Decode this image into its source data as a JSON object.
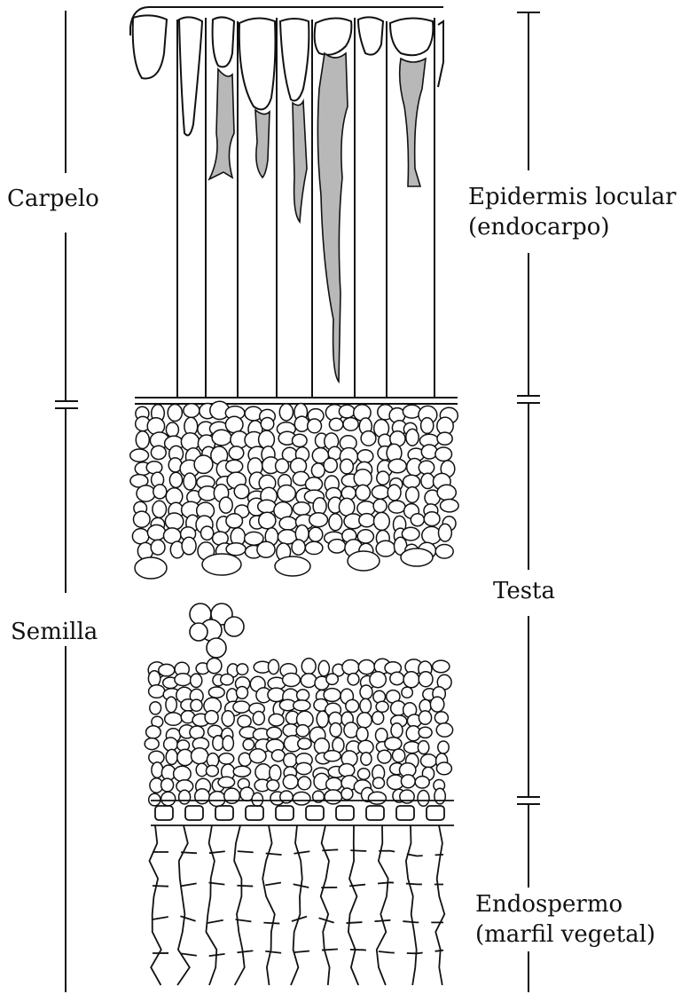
{
  "labels": {
    "carpelo": "Carpelo",
    "semilla": "Semilla",
    "epidermis_line1": "Epidermis locular",
    "epidermis_line2": "(endocarpo)",
    "testa": "Testa",
    "endospermo_line1": "Endospermo",
    "endospermo_line2": "(marfil vegetal)"
  },
  "colors": {
    "ink": "#111111",
    "background": "#ffffff"
  }
}
